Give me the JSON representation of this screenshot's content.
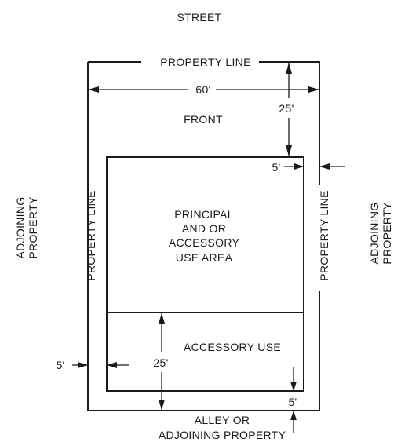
{
  "labels": {
    "street": "STREET",
    "property_line_top": "PROPERTY LINE",
    "width": "60'",
    "front_setback": "25'",
    "front": "FRONT",
    "side_setback_right": "5'",
    "adjoining_left": [
      "ADJOINING",
      "PROPERTY"
    ],
    "property_line_left": "PROPERTY LINE",
    "principal_area": [
      "PRINCIPAL",
      "AND OR",
      "ACCESSORY",
      "USE AREA"
    ],
    "property_line_right": "PROPERTY LINE",
    "adjoining_right": [
      "ADJOINING",
      "PROPERTY"
    ],
    "accessory_use": "ACCESSORY USE",
    "rear_setback": "25'",
    "side_setback_left": "5'",
    "rear_accessory_setback": "5'",
    "alley": [
      "ALLEY OR",
      "ADJOINING PROPERTY"
    ]
  }
}
